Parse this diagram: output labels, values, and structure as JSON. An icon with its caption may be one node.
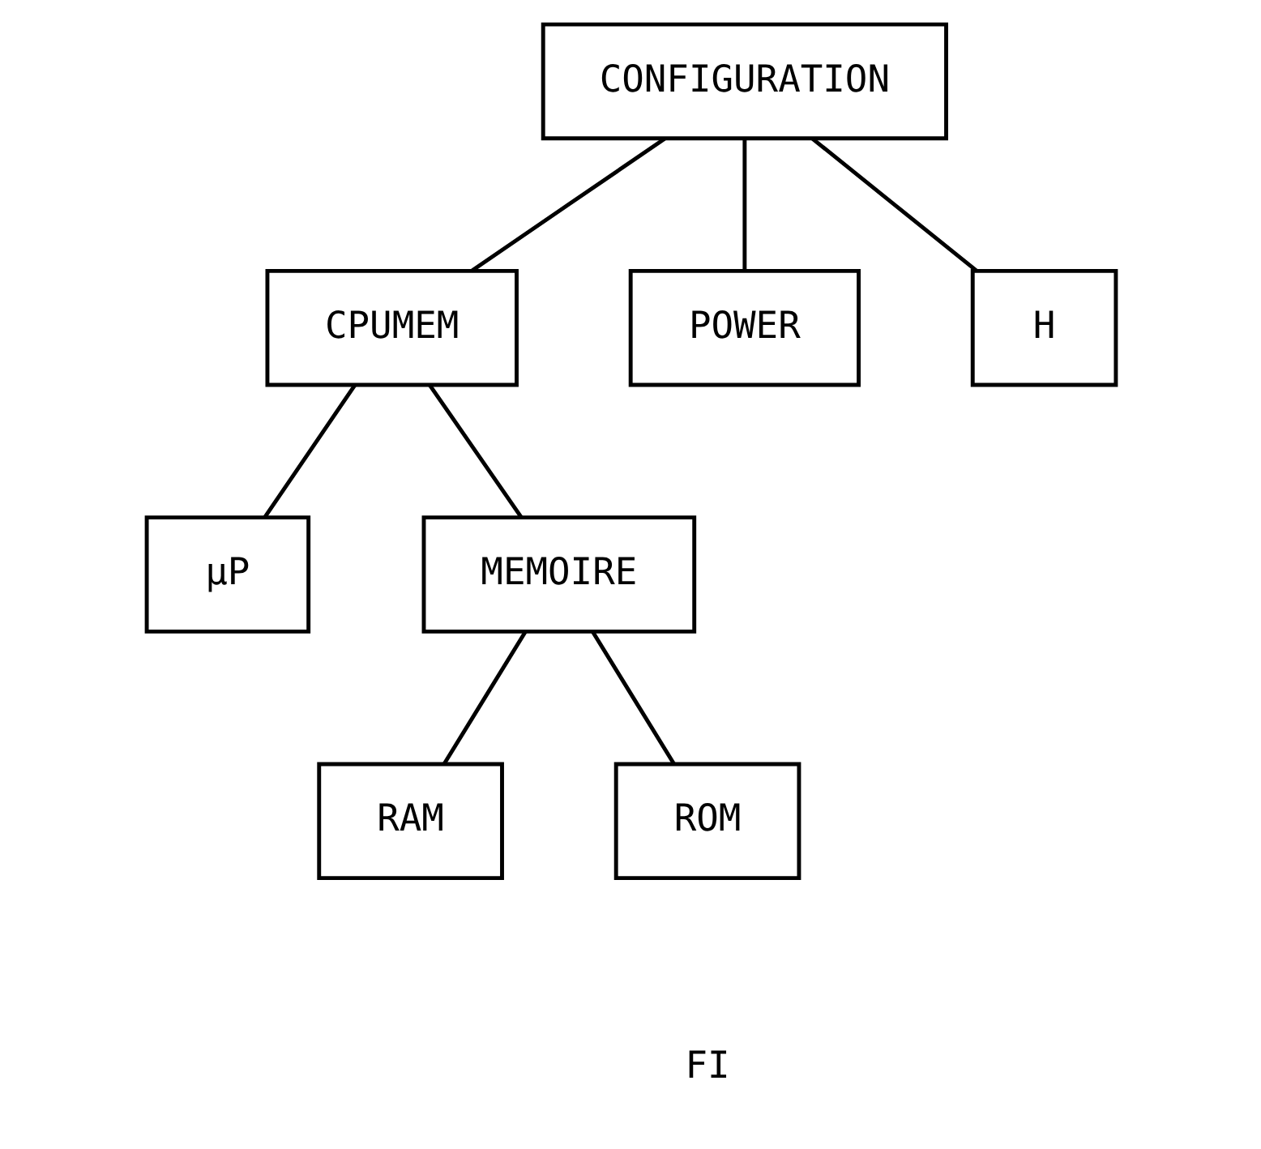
{
  "diagram": {
    "nodes": [
      {
        "text": [
          "CONFIGURATION"
        ]
      },
      {
        "text": [
          "CPUMEM"
        ]
      },
      {
        "text": [
          "POWER"
        ]
      },
      {
        "text": [
          "H"
        ]
      },
      {
        "text": [
          "µP"
        ]
      },
      {
        "text": [
          "MEMOIRE"
        ]
      },
      {
        "text": [
          "RAM"
        ]
      },
      {
        "text": [
          "ROM"
        ]
      }
    ],
    "edges": [
      {
        "from": 0,
        "to": 1,
        "arrow": "none"
      },
      {
        "from": 0,
        "to": 2,
        "arrow": "none"
      },
      {
        "from": 0,
        "to": 3,
        "arrow": "none"
      },
      {
        "from": 1,
        "to": 4,
        "arrow": "none"
      },
      {
        "from": 1,
        "to": 5,
        "arrow": "none"
      },
      {
        "from": 5,
        "to": 6,
        "arrow": "none"
      },
      {
        "from": 5,
        "to": 7,
        "arrow": "none"
      }
    ],
    "labels": [
      "FI"
    ]
  }
}
